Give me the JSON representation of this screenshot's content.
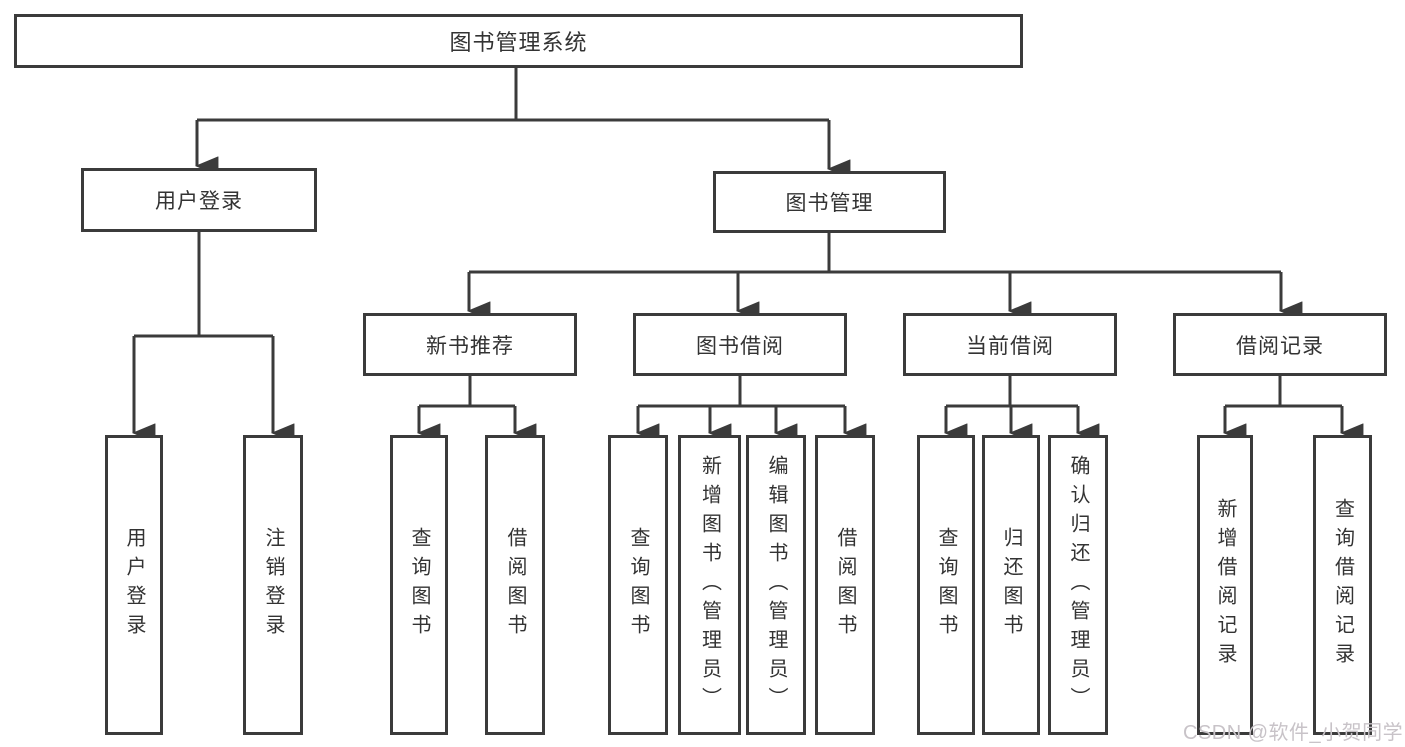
{
  "colors": {
    "line": "#3b3b3b",
    "box_border": "#3b3b3b",
    "text": "#333333",
    "watermark_text": "#c8c3c8",
    "background": "#ffffff"
  },
  "watermark": {
    "label": "CSDN @软件_小贺同学"
  },
  "tree": {
    "root": {
      "label": "图书管理系统",
      "children": [
        {
          "label": "用户登录",
          "children": [
            {
              "label": "用户登录"
            },
            {
              "label": "注销登录"
            }
          ]
        },
        {
          "label": "图书管理",
          "children": [
            {
              "label": "新书推荐",
              "children": [
                {
                  "label": "查询图书"
                },
                {
                  "label": "借阅图书"
                }
              ]
            },
            {
              "label": "图书借阅",
              "children": [
                {
                  "label": "查询图书"
                },
                {
                  "label": "新增图书（管理员）"
                },
                {
                  "label": "编辑图书（管理员）"
                },
                {
                  "label": "借阅图书"
                }
              ]
            },
            {
              "label": "当前借阅",
              "children": [
                {
                  "label": "查询图书"
                },
                {
                  "label": "归还图书"
                },
                {
                  "label": "确认归还（管理员）"
                }
              ]
            },
            {
              "label": "借阅记录",
              "children": [
                {
                  "label": "新增借阅记录"
                },
                {
                  "label": "查询借阅记录"
                }
              ]
            }
          ]
        }
      ]
    }
  }
}
